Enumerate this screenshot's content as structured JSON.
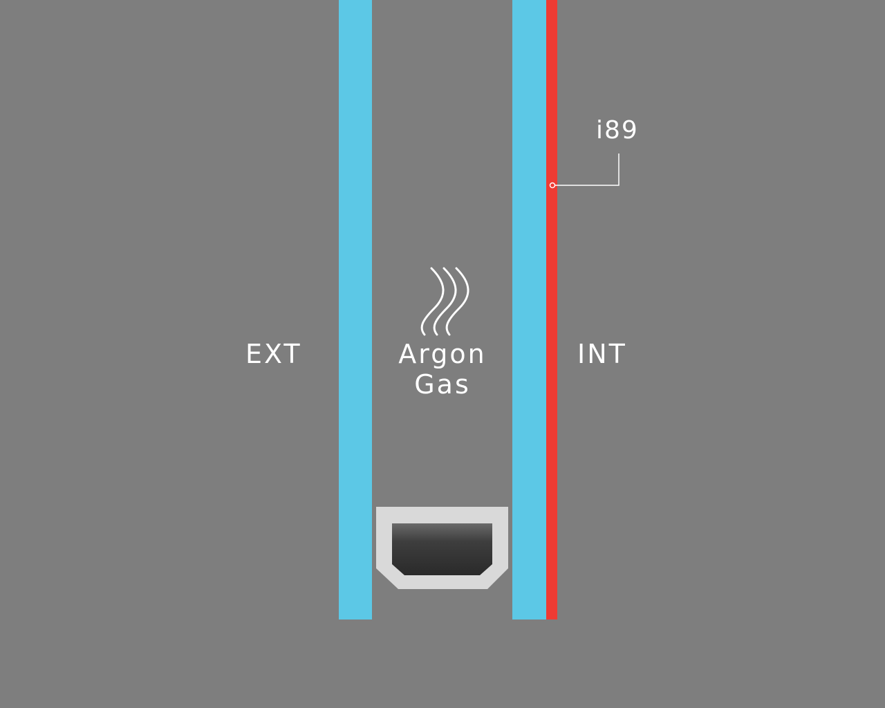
{
  "labels": {
    "exterior": "EXT",
    "interior": "INT",
    "gas_line1": "Argon",
    "gas_line2": "Gas",
    "coating": "i89"
  },
  "colors": {
    "background": "#7e7e7e",
    "glass": "#5cc8e6",
    "coating": "#ee3b33",
    "spacer_frame": "#d9d9d9",
    "spacer_core": "#3a3a3a",
    "text": "#ffffff"
  },
  "icons": {
    "gas": "wavy-lines-icon"
  }
}
